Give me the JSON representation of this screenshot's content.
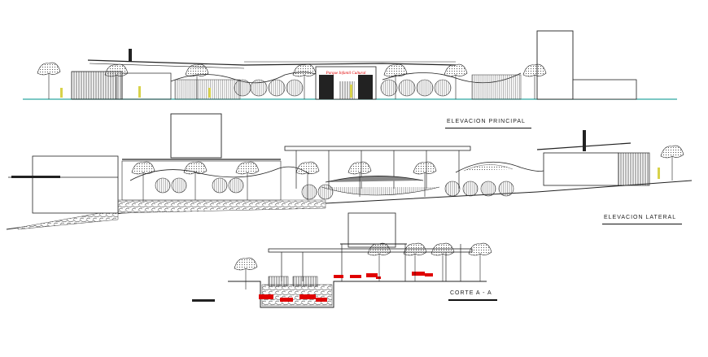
{
  "drawing": {
    "labels": {
      "principal": "ELEVACION PRINCIPAL",
      "lateral": "ELEVACION LATERAL",
      "section": "CORTE A - A"
    },
    "sign_text": "Parque Infantil Cultural",
    "colors": {
      "line": "#1a1a1a",
      "ground": "#2fa8a0",
      "accent_red": "#e00000",
      "accent_yellow": "#d8d24a",
      "fill_grey": "#8a8a8a"
    }
  }
}
